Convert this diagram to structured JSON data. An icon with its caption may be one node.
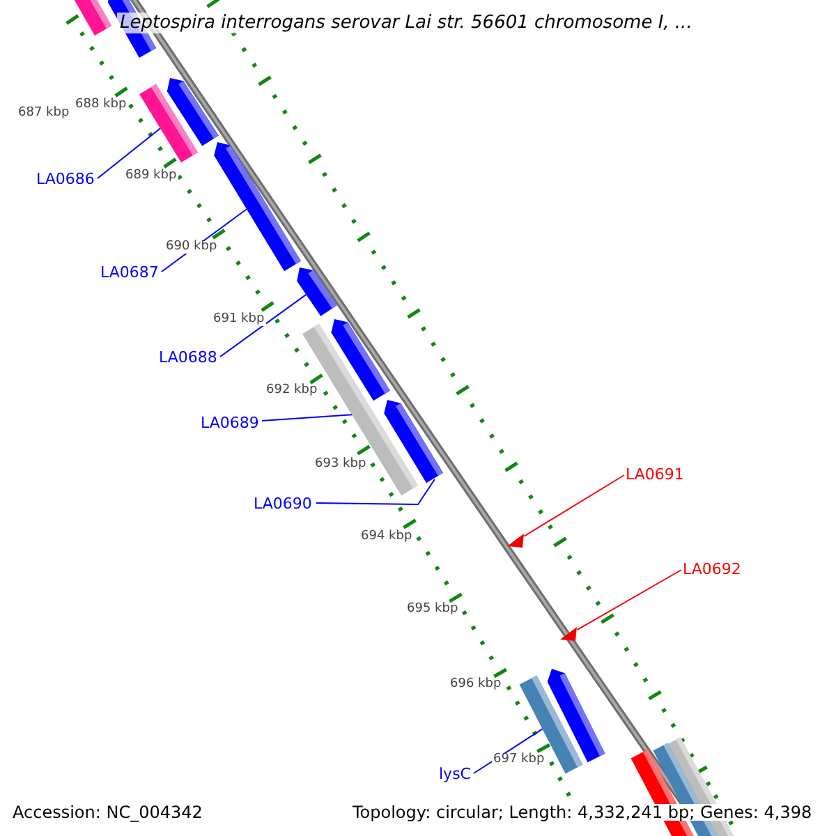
{
  "diagram": {
    "title": "Leptospira interrogans serovar Lai str. 56601 chromosome I, ...",
    "nodes": [
      {
        "text": [],
        "shape": "bar"
      },
      {
        "text": [],
        "shape": "bar"
      },
      {
        "text": [],
        "shape": "bar"
      },
      {
        "text": [],
        "shape": "bar"
      },
      {
        "text": [],
        "shape": "bar"
      },
      {
        "text": [
          "LA0686"
        ]
      },
      {
        "text": [],
        "shape": "bar"
      },
      {
        "text": [
          "LA0687"
        ]
      },
      {
        "text": [],
        "shape": "bar"
      },
      {
        "text": [],
        "shape": "bar"
      },
      {
        "text": [
          "LA0688"
        ]
      },
      {
        "text": [],
        "shape": "bar"
      },
      {
        "text": [
          "LA0689"
        ]
      },
      {
        "text": [
          "LA0691"
        ]
      },
      {
        "text": [
          "LA0690"
        ]
      },
      {
        "text": [],
        "shape": "triangle"
      },
      {
        "text": [
          "LA0692"
        ]
      },
      {
        "text": [],
        "shape": "triangle"
      },
      {
        "text": [],
        "shape": "bar"
      },
      {
        "text": [],
        "shape": "bar"
      },
      {
        "text": [],
        "shape": "bar"
      },
      {
        "text": [],
        "shape": "bar"
      },
      {
        "text": [],
        "shape": "bar"
      },
      {
        "text": [
          "lysC"
        ]
      }
    ],
    "edges": [
      {
        "from": 5,
        "to": 3,
        "arrow": "none"
      },
      {
        "from": 7,
        "to": 4,
        "arrow": "none"
      },
      {
        "from": 10,
        "to": 6,
        "arrow": "none"
      },
      {
        "from": 12,
        "to": 9,
        "arrow": "none"
      },
      {
        "from": 14,
        "to": 11,
        "arrow": "none"
      },
      {
        "from": 13,
        "to": 15,
        "arrow": "none",
        "color": "#ff0000"
      },
      {
        "from": 16,
        "to": 17,
        "arrow": "none",
        "color": "#ff0000"
      },
      {
        "from": 23,
        "to": 19,
        "arrow": "none"
      }
    ],
    "labels": [
      "687 kbp",
      "688 kbp",
      "689 kbp",
      "690 kbp",
      "691 kbp",
      "692 kbp",
      "693 kbp",
      "694 kbp",
      "695 kbp",
      "696 kbp",
      "697 kbp",
      "Accession: NC_004342",
      "Topology: circular; Length: 4,332,241 bp; Genes: 4,398"
    ]
  }
}
